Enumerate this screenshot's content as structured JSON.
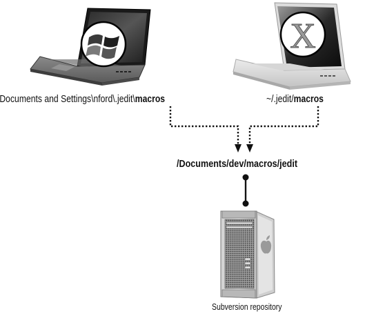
{
  "windows_machine": {
    "path_prefix": "\\Documents and Settings\\nford\\.jedit\\",
    "path_bold": "macros",
    "os_logo": "windows-logo-icon"
  },
  "mac_machine": {
    "path_prefix": "~/.jedit/",
    "path_bold": "macros",
    "os_logo": "mac-os-x-logo-icon",
    "logo_letter": "X"
  },
  "shared_folder": {
    "path": "/Documents/dev/macros/jedit"
  },
  "server": {
    "label": "Subversion repository",
    "icon": "mac-pro-tower-icon"
  }
}
